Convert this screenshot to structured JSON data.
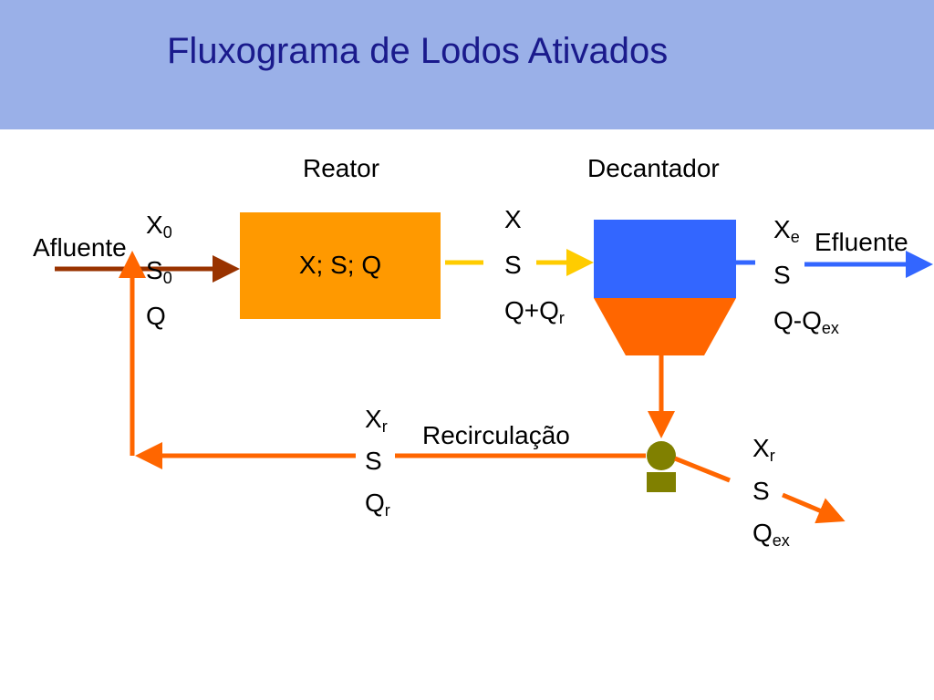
{
  "title": "Fluxograma de Lodos Ativados",
  "labels": {
    "reator": "Reator",
    "decantador": "Decantador",
    "afluente": "Afluente",
    "efluente": "Efluente",
    "recirculacao": "Recirculação",
    "reactor_content": "X; S; Q"
  },
  "influent_vars": {
    "x": "X",
    "x_sub": "0",
    "s": "S",
    "s_sub": "0",
    "q": "Q"
  },
  "reactor_out_vars": {
    "x": "X",
    "s": "S",
    "q": "Q+Q",
    "q_sub": "r"
  },
  "effluent_vars": {
    "x": "X",
    "x_sub": "e",
    "s": "S",
    "q": "Q-Q",
    "q_sub": "ex"
  },
  "recirc_vars": {
    "x": "X",
    "x_sub": "r",
    "s": "S",
    "q": "Q",
    "q_sub": "r"
  },
  "excess_vars": {
    "x": "X",
    "x_sub": "r",
    "s": "S",
    "q": "Q",
    "q_sub": "ex"
  },
  "colors": {
    "header_bg": "#9ab0e8",
    "title": "#1a1a8c",
    "reactor": "#ff9900",
    "influent_arrow": "#993300",
    "reactor_out_arrow": "#ffcc00",
    "effluent_arrow": "#3366ff",
    "sludge": "#ff6600",
    "clarifier_top": "#3366ff",
    "pump": "#808000"
  }
}
